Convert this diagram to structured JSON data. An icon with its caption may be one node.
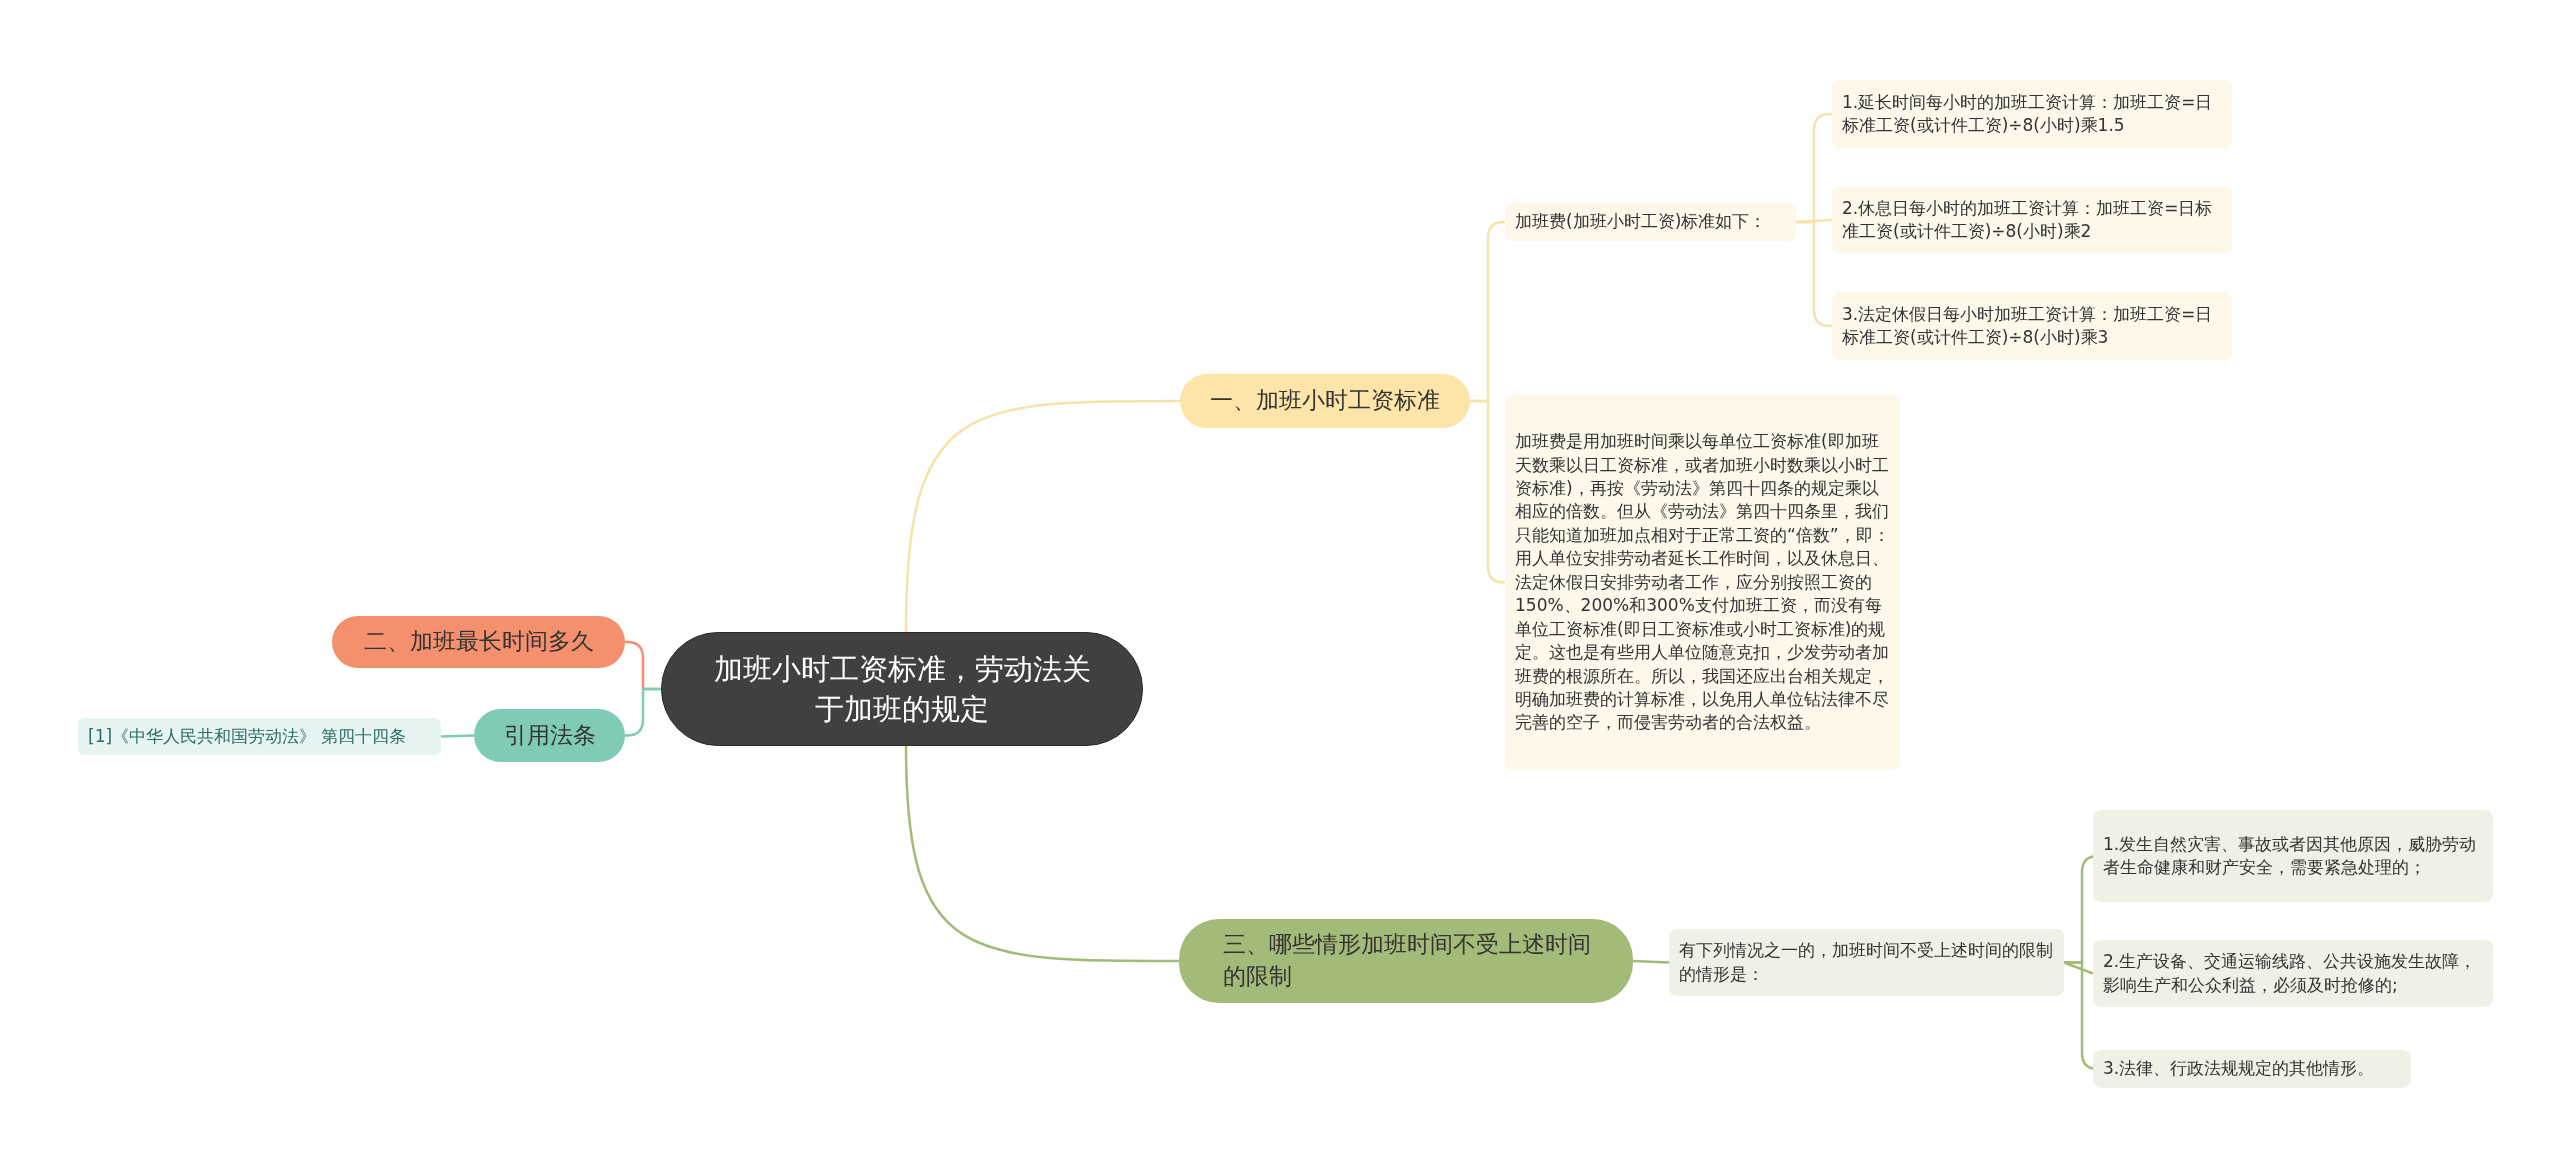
{
  "diagram": {
    "nodes": [
      {
        "text": [
          "加班小时工资标准，劳动法关于加班的规定"
        ]
      },
      {
        "text": [
          "一、加班小时工资标准"
        ]
      },
      {
        "text": [
          "加班费(加班小时工资)标准如下："
        ]
      },
      {
        "text": [
          "1.延长时间每小时的加班工资计算：加班工资=日标准工资(或计件工资)÷8(小时)乘1.5"
        ]
      },
      {
        "text": [
          "2.休息日每小时的加班工资计算：加班工资=日标准工资(或计件工资)÷8(小时)乘2"
        ]
      },
      {
        "text": [
          "3.法定休假日每小时加班工资计算：加班工资=日标准工资(或计件工资)÷8(小时)乘3"
        ]
      },
      {
        "text": [
          "加班费是用加班时间乘以每单位工资标准(即加班天数乘以日工资标准，或者加班小时数乘以小时工资标准)，再按《劳动法》第四十四条的规定乘以相应的倍数。但从《劳动法》第四十四条里，我们只能知道加班加点相对于正常工资的“倍数”，即：用人单位安排劳动者延长工作时间，以及休息日、法定休假日安排劳动者工作，应分别按照工资的150%、200%和300%支付加班工资，而没有每单位工资标准(即日工资标准或小时工资标准)的规定。这也是有些用人单位随意克扣，少发劳动者加班费的根源所在。所以，我国还应出台相关规定，明确加班费的计算标准，以免用人单位钻法律不尽完善的空子，而侵害劳动者的合法权益。"
        ]
      },
      {
        "text": [
          "二、加班最长时间多久"
        ]
      },
      {
        "text": [
          "引用法条"
        ]
      },
      {
        "text": [
          "[1]《中华人民共和国劳动法》 第四十四条"
        ]
      },
      {
        "text": [
          "三、哪些情形加班时间不受上述时间的限制"
        ]
      },
      {
        "text": [
          "有下列情况之一的，加班时间不受上述时间的限制的情形是："
        ]
      },
      {
        "text": [
          "1.发生自然灾害、事故或者因其他原因，威胁劳动者生命健康和财产安全，需要紧急处理的；"
        ]
      },
      {
        "text": [
          "2.生产设备、交通运输线路、公共设施发生故障，影响生产和公众利益，必须及时抢修的;"
        ]
      },
      {
        "text": [
          "3.法律、行政法规规定的其他情形。"
        ]
      }
    ],
    "edges": [
      {
        "from": 0,
        "to": 1,
        "arrow": "none",
        "color": "#f7e2a9"
      },
      {
        "from": 1,
        "to": 2,
        "arrow": "none",
        "color": "#f7e2a9"
      },
      {
        "from": 2,
        "to": 3,
        "arrow": "none",
        "color": "#f7e2a9"
      },
      {
        "from": 2,
        "to": 4,
        "arrow": "none",
        "color": "#f7e2a9"
      },
      {
        "from": 2,
        "to": 5,
        "arrow": "none",
        "color": "#f7e2a9"
      },
      {
        "from": 1,
        "to": 6,
        "arrow": "none",
        "color": "#f7e2a9"
      },
      {
        "from": 0,
        "to": 7,
        "arrow": "none",
        "color": "#f4906e"
      },
      {
        "from": 0,
        "to": 8,
        "arrow": "none",
        "color": "#80cbb8"
      },
      {
        "from": 8,
        "to": 9,
        "arrow": "none",
        "color": "#80cbb8"
      },
      {
        "from": 0,
        "to": 10,
        "arrow": "none",
        "color": "#a3bb78"
      },
      {
        "from": 10,
        "to": 11,
        "arrow": "none",
        "color": "#a3bb78"
      },
      {
        "from": 11,
        "to": 12,
        "arrow": "none",
        "color": "#a3bb78"
      },
      {
        "from": 11,
        "to": 13,
        "arrow": "none",
        "color": "#a3bb78"
      },
      {
        "from": 11,
        "to": 14,
        "arrow": "none",
        "color": "#a3bb78"
      }
    ]
  }
}
